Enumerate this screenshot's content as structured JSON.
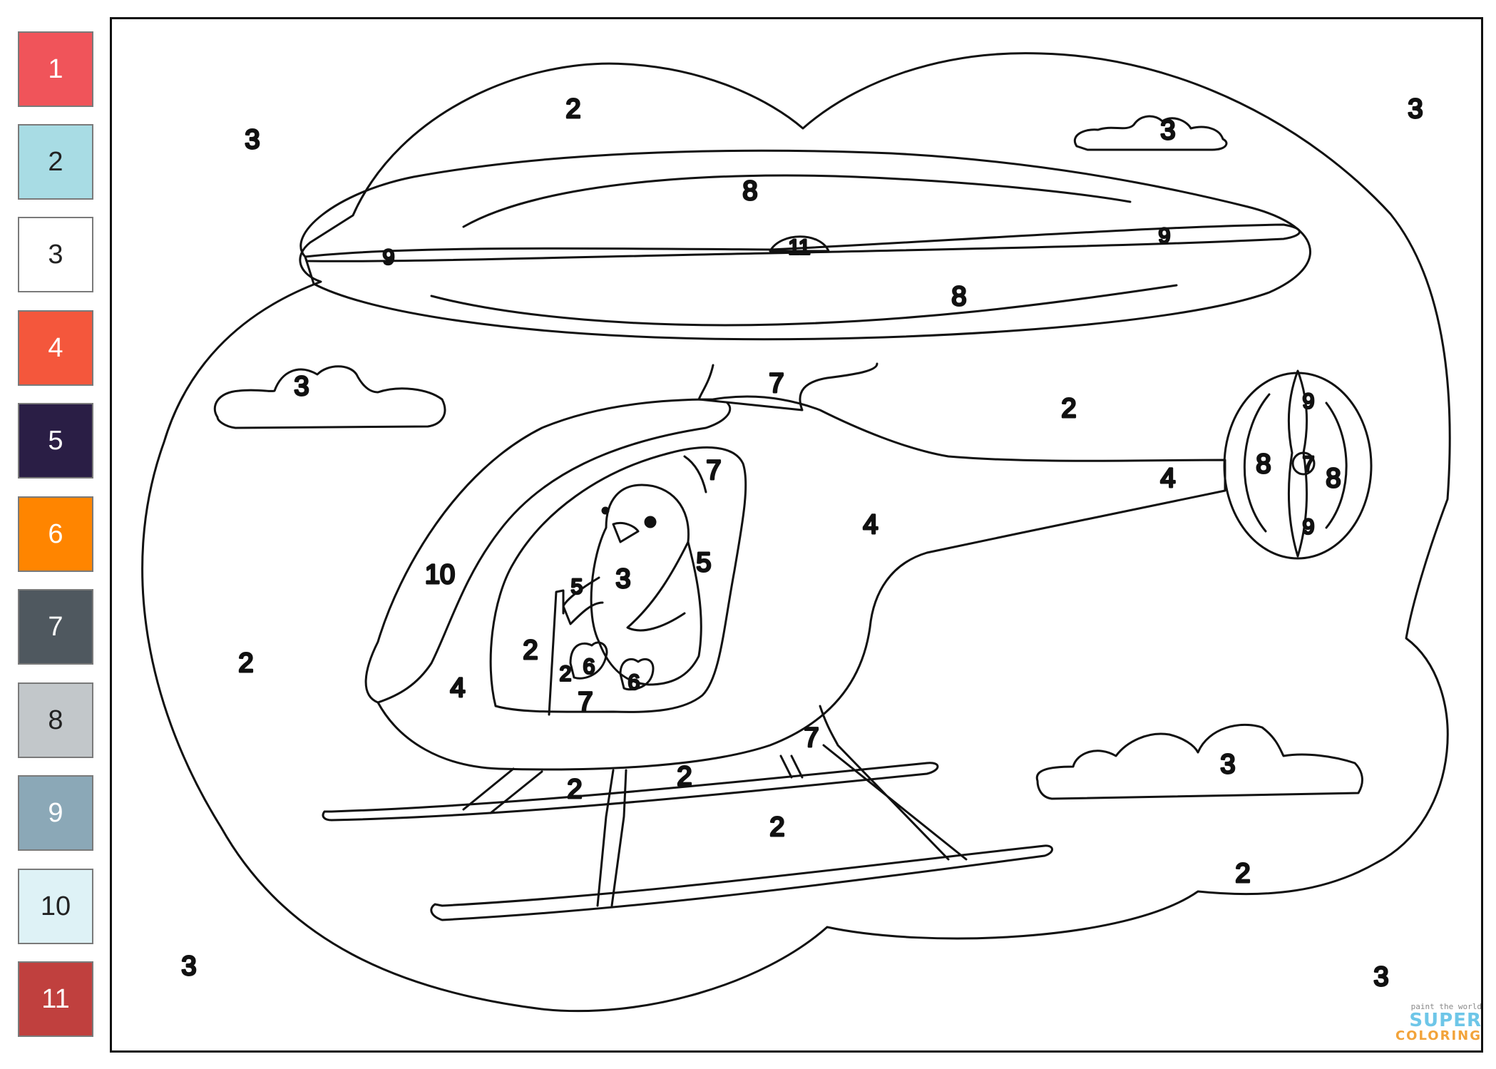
{
  "palette": [
    {
      "label": "1",
      "color": "#F0545A"
    },
    {
      "label": "2",
      "color": "#A8DCE4"
    },
    {
      "label": "3",
      "color": "#FFFFFF"
    },
    {
      "label": "4",
      "color": "#F4573C"
    },
    {
      "label": "5",
      "color": "#2A1E45"
    },
    {
      "label": "6",
      "color": "#FF8500"
    },
    {
      "label": "7",
      "color": "#4F585F"
    },
    {
      "label": "8",
      "color": "#C2C7CA"
    },
    {
      "label": "9",
      "color": "#8BA8B7"
    },
    {
      "label": "10",
      "color": "#DEF2F6"
    },
    {
      "label": "11",
      "color": "#C0403E"
    }
  ],
  "regions": {
    "sky_top_left": "3",
    "sky_top_right": "3",
    "cloud_top_right": "3",
    "bubble_top": "2",
    "rotor_disc_upper": "8",
    "rotor_disc_lower": "8",
    "rotor_blade_left": "9",
    "rotor_blade_right": "9",
    "rotor_hub": "11",
    "mast": "7",
    "cloud_left": "3",
    "bubble_mid_right": "2",
    "tail_rotor_blade_top": "9",
    "tail_rotor_blade_bottom": "9",
    "tail_rotor_hub": "7",
    "tail_rotor_left": "8",
    "tail_rotor_right": "8",
    "tail_boom": "4",
    "body_top": "4",
    "seat_back": "7",
    "windshield": "10",
    "penguin_body": "3",
    "penguin_wing": "5",
    "penguin_arm": "5",
    "bubble_left": "2",
    "cockpit_inner": "2",
    "cockpit_inner_low": "2",
    "penguin_foot_left": "6",
    "penguin_foot_right": "6",
    "seat": "7",
    "body_front": "4",
    "skid_strut": "7",
    "cloud_right": "3",
    "under_body_left": "2",
    "under_body_mid": "2",
    "under_skids": "2",
    "bubble_bottom_right": "2",
    "sky_bottom_left": "3",
    "sky_bottom_right": "3"
  },
  "watermark": {
    "tagline": "paint the world",
    "brand": "SUPER",
    "brand2": "COLORING"
  }
}
